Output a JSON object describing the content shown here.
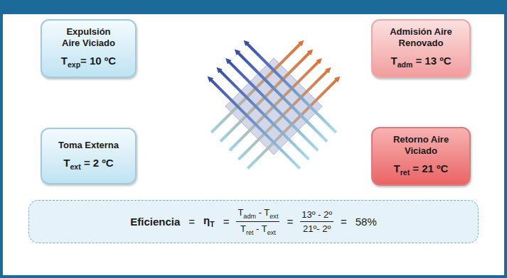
{
  "diagram": {
    "nodes": [
      {
        "text": [
          "Expulsión Aire Viciado",
          "Texp= 10 ºC"
        ]
      },
      {
        "text": [
          "Admisión Aire Renovado",
          "Tadm = 13 ºC"
        ]
      },
      {
        "text": [
          "Toma Externa",
          "Text = 2 ºC"
        ]
      },
      {
        "text": [
          "Retorno Aire Viciado",
          "Tret = 21 ºC"
        ]
      },
      {
        "text": [
          "Eficiencia",
          "=",
          "ηT",
          "=",
          "Tadm - Text",
          "Tret - Text",
          "=",
          "13º - 2º",
          "21º- 2º",
          "=",
          "58%"
        ]
      }
    ]
  }
}
